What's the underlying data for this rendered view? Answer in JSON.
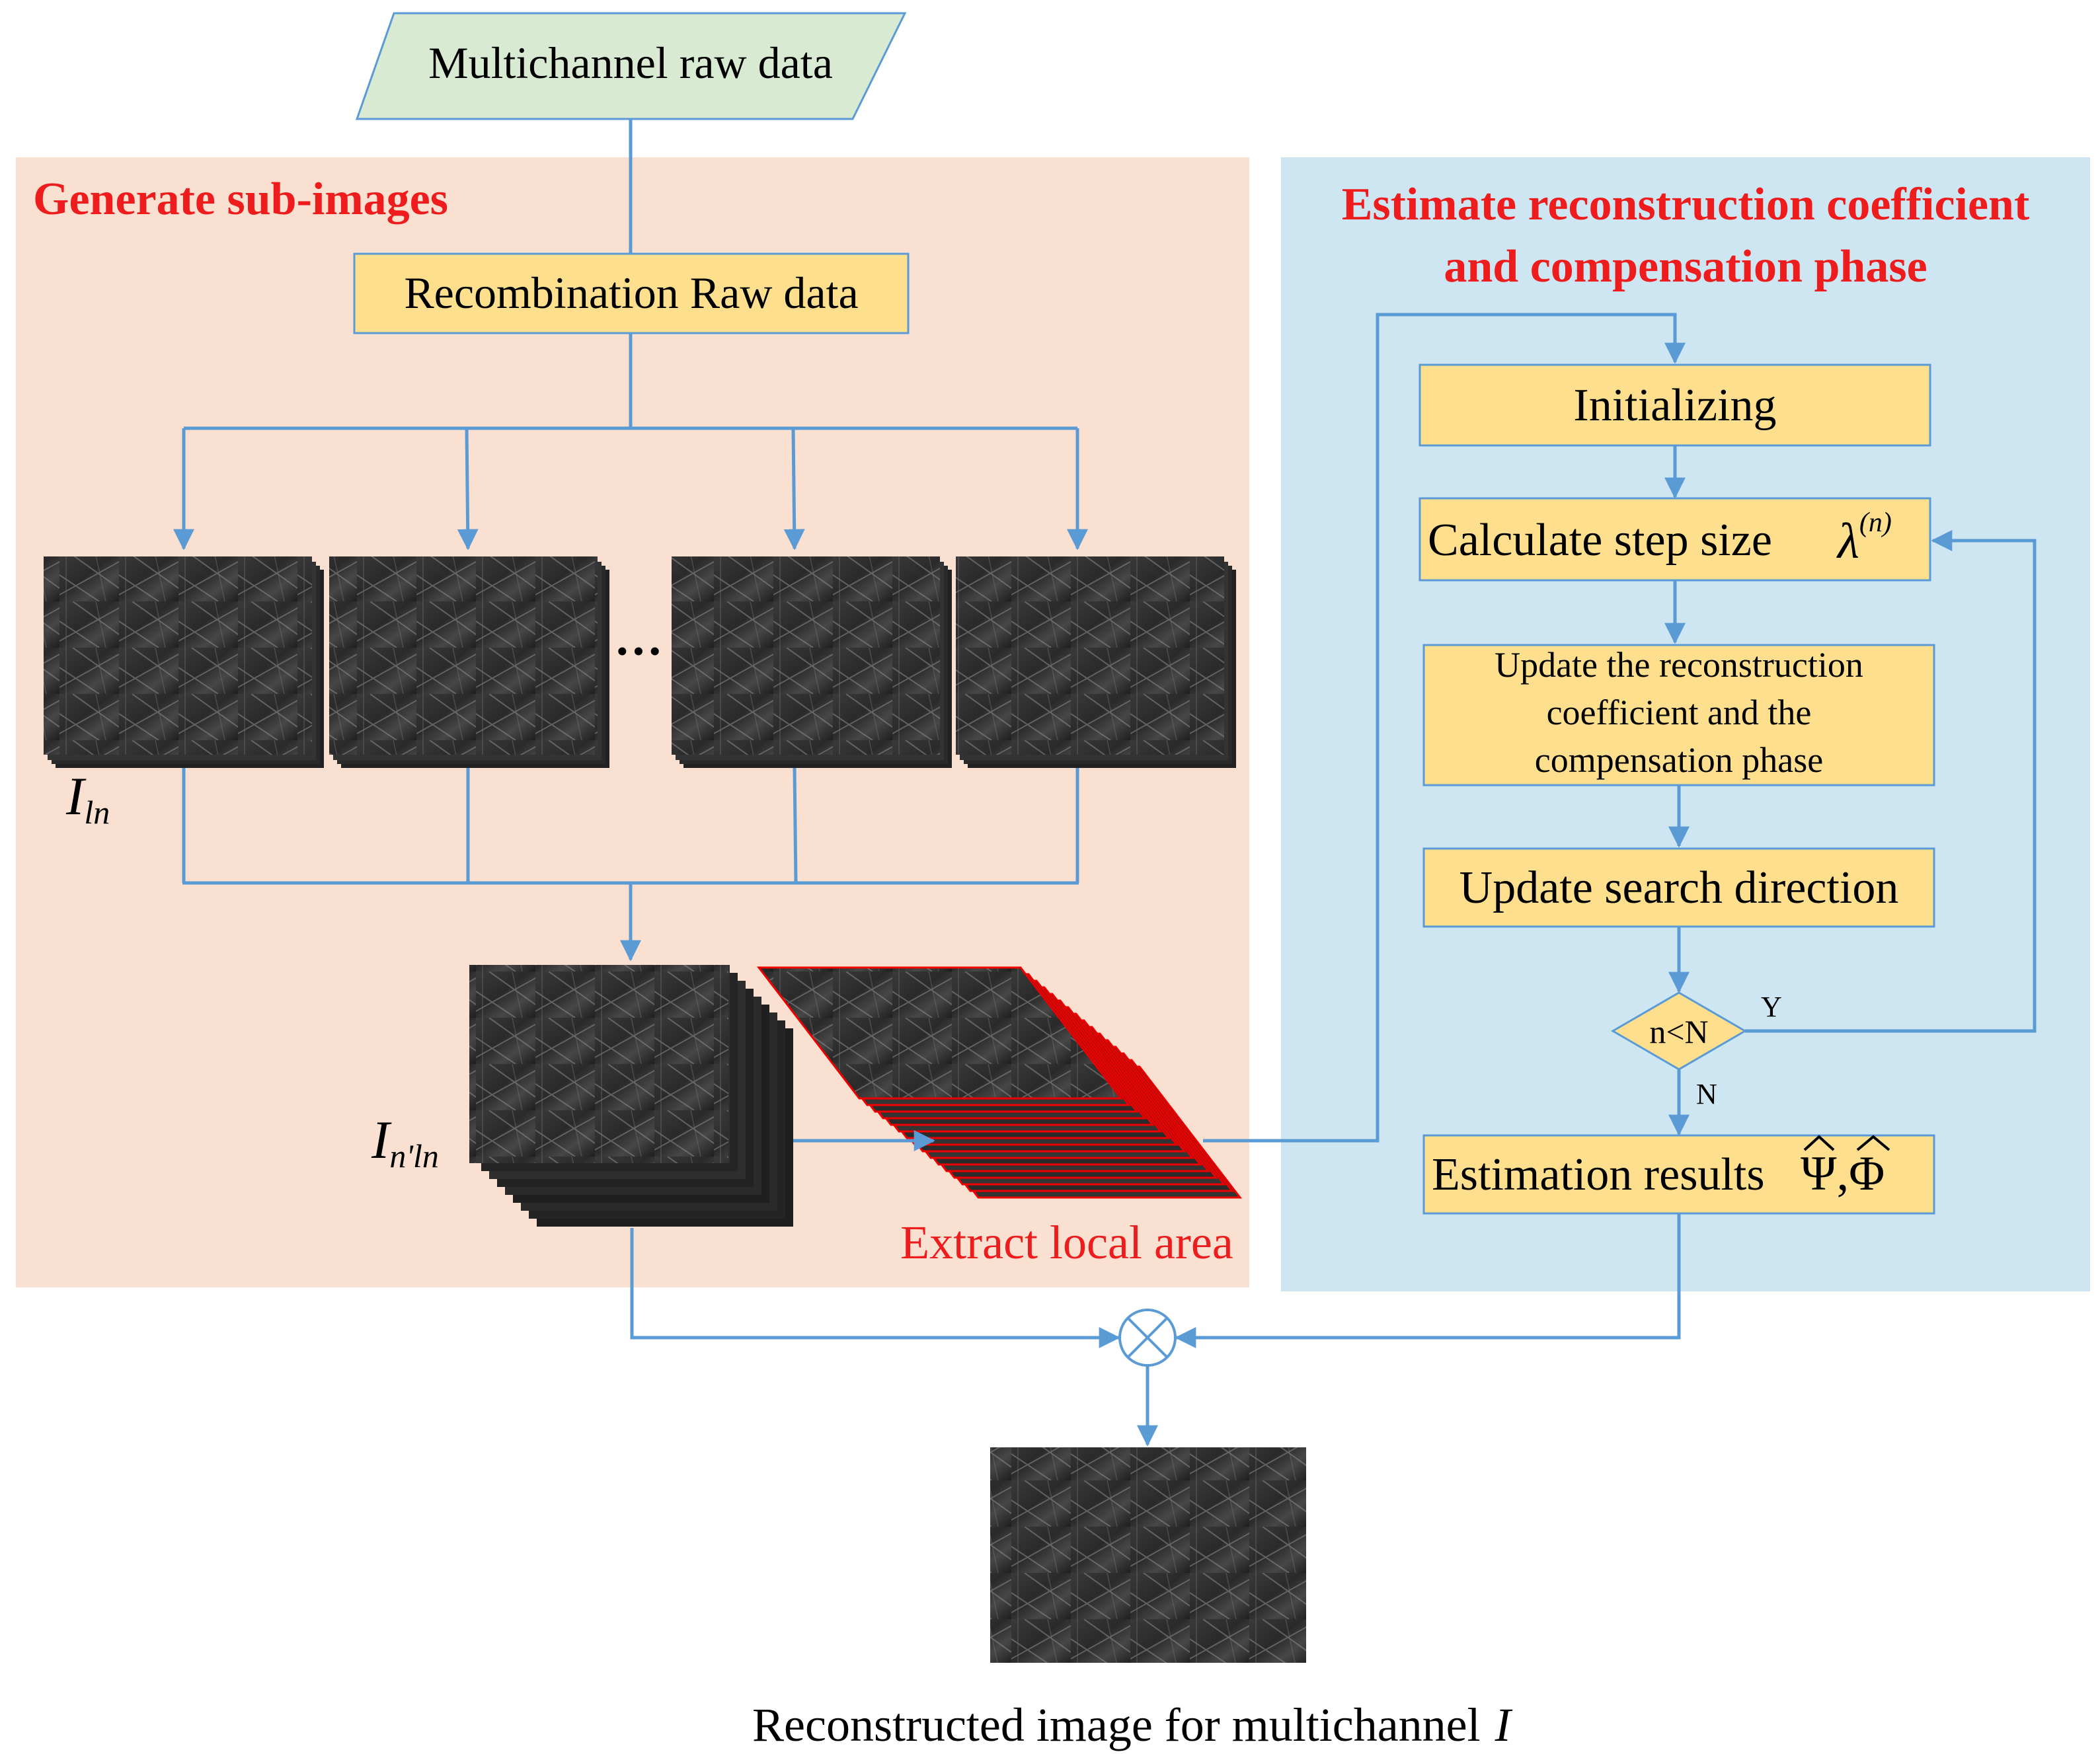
{
  "input": {
    "label": "Multichannel raw data"
  },
  "left_section": {
    "title": "Generate sub-images"
  },
  "recombination": {
    "label": "Recombination Raw data"
  },
  "sub_images": {
    "ellipsis": "···",
    "label_base": "I",
    "label_sub": "ln"
  },
  "stack": {
    "label_base": "I",
    "label_sub": "n'ln"
  },
  "local_area": {
    "label": "Extract local area"
  },
  "right_section": {
    "title_line1": "Estimate reconstruction coefficient",
    "title_line2": "and compensation phase"
  },
  "steps": {
    "initializing": "Initializing",
    "calc_step": "Calculate step size",
    "calc_step_symbol": "λ",
    "calc_step_sup": "(n)",
    "update_coef_line1": "Update the reconstruction",
    "update_coef_line2": "coefficient and the",
    "update_coef_line3": "compensation phase",
    "update_dir": "Update search direction",
    "decision": "n<N",
    "yes": "Y",
    "no": "N",
    "results": "Estimation results",
    "results_symbols": "Ψ,Φ"
  },
  "output": {
    "label": "Reconstructed image for multichannel",
    "symbol": "I"
  },
  "colors": {
    "arrow": "#5b9bd5",
    "box_fill": "#fddf8d",
    "input_fill": "#d9ead3",
    "title_red": "#ee1c1c",
    "left_panel": "#f9e0d0",
    "right_panel": "#cde6f1"
  }
}
